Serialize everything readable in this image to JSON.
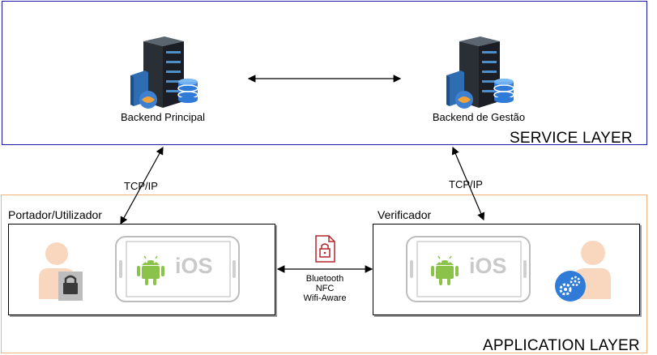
{
  "service_layer": {
    "label": "SERVICE LAYER",
    "nodes": [
      {
        "label": "Backend Principal",
        "icon": "server-icon"
      },
      {
        "label": "Backend de Gestão",
        "icon": "server-icon"
      }
    ]
  },
  "application_layer": {
    "label": "APPLICATION LAYER",
    "portador": {
      "title": "Portador/Utilizador",
      "os_label": "iOS",
      "icons": [
        "user-lock-icon",
        "android-icon",
        "smartphone-icon"
      ]
    },
    "verificador": {
      "title": "Verificador",
      "os_label": "iOS",
      "icons": [
        "user-gear-icon",
        "android-icon",
        "smartphone-icon"
      ]
    }
  },
  "connections": {
    "tcp_left": "TCP/IP",
    "tcp_right": "TCP/IP",
    "local": [
      "Bluetooth",
      "NFC",
      "Wifi-Aware"
    ]
  },
  "colors": {
    "service_border": "#1a1aa8",
    "app_border": "#f0b27a",
    "android_green": "#8bc34a",
    "lock_red": "#b0272d",
    "gear_blue": "#2f7bd7"
  }
}
